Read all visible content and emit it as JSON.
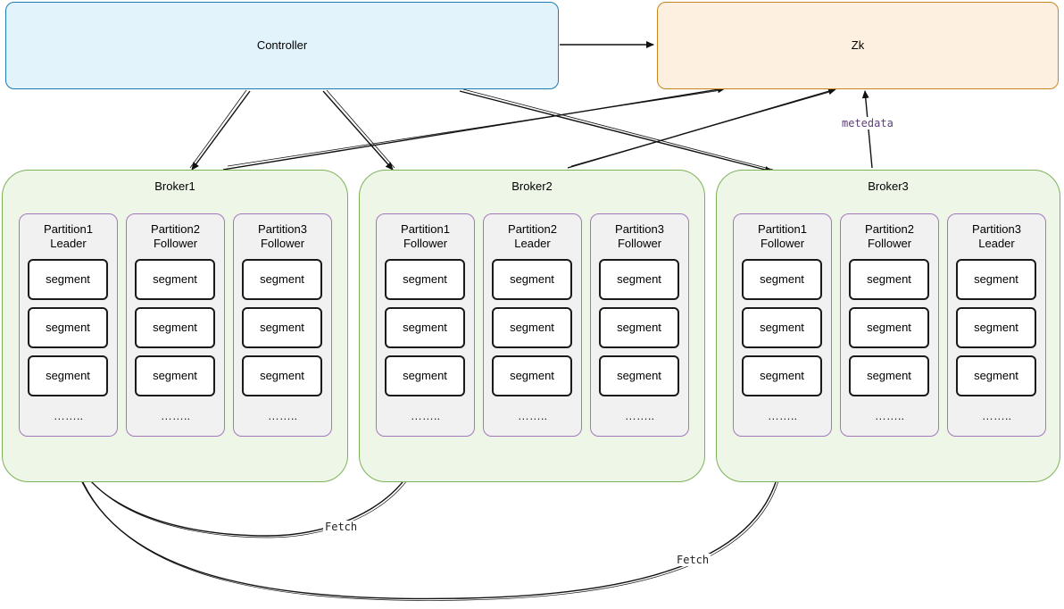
{
  "controller": {
    "label": "Controller"
  },
  "zk": {
    "label": "Zk"
  },
  "edge_labels": {
    "metadata": "metedata",
    "fetch": "Fetch"
  },
  "segment_label": "segment",
  "ellipsis": "……..",
  "brokers": [
    {
      "name": "Broker1",
      "partitions": [
        {
          "name": "Partition1",
          "role": "Leader"
        },
        {
          "name": "Partition2",
          "role": "Follower"
        },
        {
          "name": "Partition3",
          "role": "Follower"
        }
      ]
    },
    {
      "name": "Broker2",
      "partitions": [
        {
          "name": "Partition1",
          "role": "Follower"
        },
        {
          "name": "Partition2",
          "role": "Leader"
        },
        {
          "name": "Partition3",
          "role": "Follower"
        }
      ]
    },
    {
      "name": "Broker3",
      "partitions": [
        {
          "name": "Partition1",
          "role": "Follower"
        },
        {
          "name": "Partition2",
          "role": "Follower"
        },
        {
          "name": "Partition3",
          "role": "Leader"
        }
      ]
    }
  ]
}
